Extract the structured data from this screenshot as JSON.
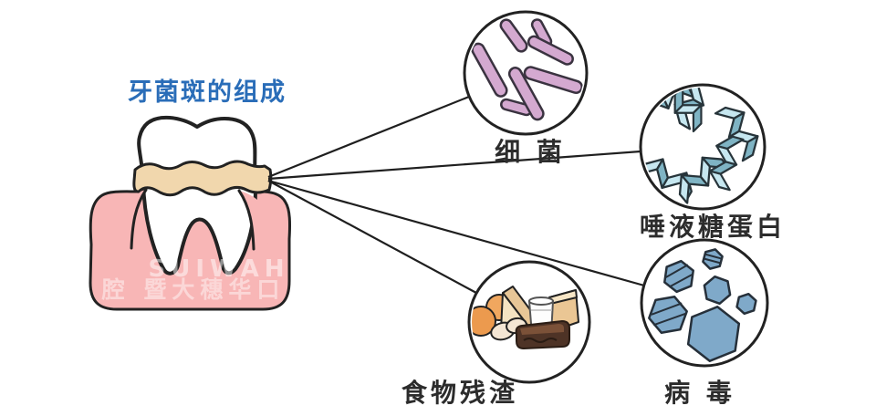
{
  "title": "牙菌斑的组成",
  "title_color": "#2a6db8",
  "watermark": {
    "brand": "SUIWAH",
    "caption": "腔 暨大穗华口"
  },
  "nodes": {
    "bacteria": {
      "label": "细 菌"
    },
    "glycoprotein": {
      "label": "唾液糖蛋白"
    },
    "food_debris": {
      "label": "食物残渣"
    },
    "virus": {
      "label": "病 毒"
    }
  },
  "colors": {
    "outline": "#222222",
    "title": "#2a6db8",
    "label": "#2c2c2c",
    "gum": "#f8b6b6",
    "plaque_band": "#f1d7ad",
    "tooth": "#ffffff",
    "bacteria_rod": "#d4a9d0",
    "ribbon_light": "#c6e7f0",
    "ribbon_dark": "#7fb4c4",
    "virus_hexagon": "#7fa9c9",
    "orange": "#ec9a4e",
    "bread": "#f2ddb9",
    "chocolate": "#4e3326"
  }
}
